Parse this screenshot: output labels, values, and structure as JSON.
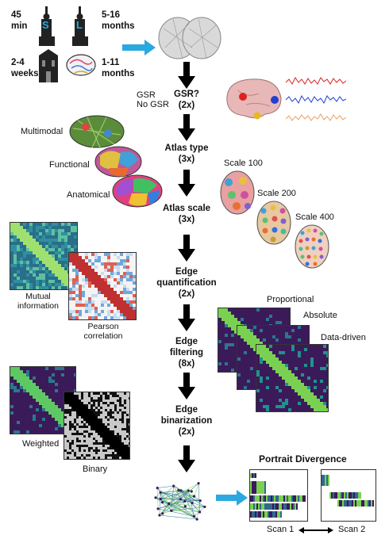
{
  "scan_labels": {
    "duration_short": "45\nmin",
    "session_short_label": "S",
    "followup_long": "5-16\nmonths",
    "session_long_label": "L",
    "interval_weeks": "2-4\nweeks",
    "interval_months": "1-11\nmonths"
  },
  "pipeline": {
    "steps": [
      {
        "name": "GSR?",
        "count": "(2x)"
      },
      {
        "name": "Atlas type",
        "count": "(3x)"
      },
      {
        "name": "Atlas scale",
        "count": "(3x)"
      },
      {
        "name": "Edge\nquantification",
        "count": "(2x)"
      },
      {
        "name": "Edge\nfiltering",
        "count": "(8x)"
      },
      {
        "name": "Edge\nbinarization",
        "count": "(2x)"
      }
    ]
  },
  "gsr_options": [
    "GSR",
    "No GSR"
  ],
  "atlas_types": [
    "Multimodal",
    "Functional",
    "Anatomical"
  ],
  "atlas_scales": [
    "Scale 100",
    "Scale 200",
    "Scale 400"
  ],
  "edge_quantification": {
    "mi": "Mutual\ninformation",
    "pearson": "Pearson\ncorrelation"
  },
  "edge_filtering": [
    "Proportional",
    "Absolute",
    "Data-driven"
  ],
  "binarization": {
    "weighted": "Weighted",
    "binary": "Binary"
  },
  "portrait": {
    "title": "Portrait Divergence",
    "scan1": "Scan 1",
    "scan2": "Scan 2"
  },
  "colors": {
    "arrow_blue": "#29a9e0",
    "matrix_dark": "#3b1a5a",
    "accent_green": "#7ad151"
  }
}
